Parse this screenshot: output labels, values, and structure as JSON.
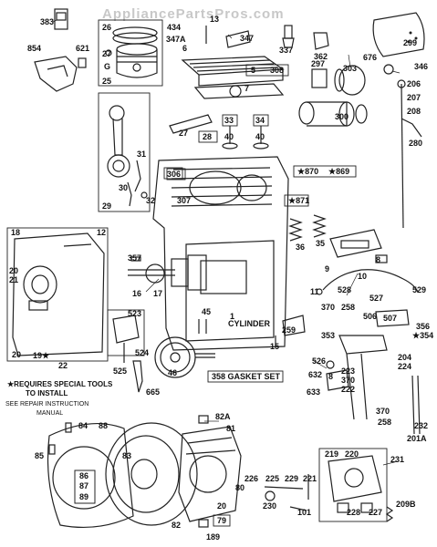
{
  "watermark": "AppliancePartsPros.com",
  "labels": {
    "l383": "383",
    "l26": "26",
    "l434": "434",
    "l13": "13",
    "l347": "347",
    "l347a": "347A",
    "l6": "6",
    "l337": "337",
    "l362": "362",
    "l299": "299",
    "l854": "854",
    "l621": "621",
    "l27a": "27",
    "lG": "G",
    "l25": "25",
    "l5": "5",
    "l308": "308",
    "l297": "297",
    "l303": "303",
    "l676": "676",
    "l346": "346",
    "l7": "7",
    "l206": "206",
    "l207": "207",
    "l208": "208",
    "l300": "300",
    "l33": "33",
    "l34": "34",
    "l27": "27",
    "l28": "28",
    "l40a": "40",
    "l40b": "40",
    "l280": "280",
    "l31": "31",
    "l306": "306",
    "l870": "★870",
    "l869": "★869",
    "l30": "30",
    "l32": "32",
    "l307": "307",
    "l871": "★871",
    "l29": "29",
    "l18": "18",
    "l12": "12",
    "l36": "36",
    "l35": "35",
    "l357": "357",
    "l8": "8",
    "l9": "9",
    "l10": "10",
    "l20a": "20",
    "l21": "21",
    "l16": "16",
    "l17": "17",
    "l11": "11",
    "l528": "528",
    "l527": "527",
    "l529": "529",
    "l523": "523",
    "l45": "45",
    "l1": "1",
    "lcyl": "CYLINDER",
    "l370a": "370",
    "l258a": "258",
    "l259": "259",
    "l506": "506",
    "l507": "507",
    "l356": "356",
    "l353": "353",
    "l354": "★354",
    "l524": "524",
    "l20b": "20",
    "l19": "19★",
    "l22": "22",
    "l15": "15",
    "l526": "526",
    "l204": "204",
    "l224": "224",
    "l525": "525",
    "l46": "46",
    "l358": "358 GASKET SET",
    "l632": "632",
    "l223": "223",
    "l370b": "370",
    "l8b": "8",
    "l633": "633",
    "l222": "222",
    "l665": "665",
    "l370c": "370",
    "l258b": "258",
    "l232": "232",
    "l201a": "201A",
    "l82a": "82A",
    "l81": "81",
    "l84": "84",
    "l88": "88",
    "l85": "85",
    "l83": "83",
    "l219": "219",
    "l220": "220",
    "l231": "231",
    "l86": "86",
    "l87": "87",
    "l89": "89",
    "l226": "226",
    "l225": "225",
    "l229": "229",
    "l221": "221",
    "l80": "80",
    "l230": "230",
    "l101": "101",
    "l228": "228",
    "l227": "227",
    "l209b": "209B",
    "l20c": "20",
    "l79": "79",
    "l82": "82",
    "l189": "189"
  },
  "notes": {
    "special_tools_1": "★REQUIRES SPECIAL TOOLS",
    "special_tools_2": "TO INSTALL",
    "repair_1": "SEE REPAIR INSTRUCTION",
    "repair_2": "MANUAL"
  }
}
